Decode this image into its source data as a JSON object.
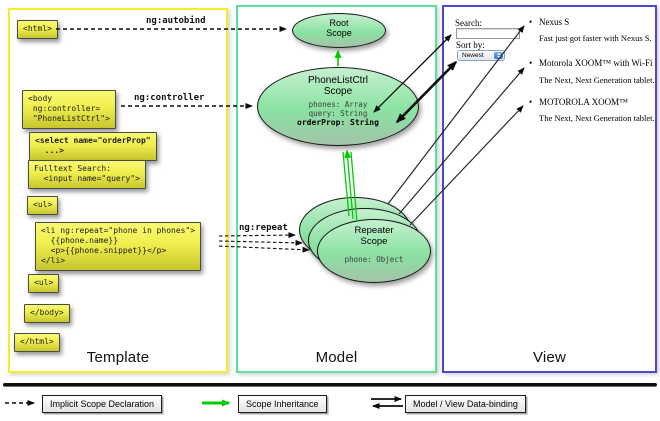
{
  "panels": {
    "template": {
      "label": "Template"
    },
    "model": {
      "label": "Model"
    },
    "view": {
      "label": "View"
    }
  },
  "arrow_labels": {
    "autobind": "ng:autobind",
    "controller": "ng:controller",
    "repeat": "ng:repeat"
  },
  "template": {
    "boxes": [
      {
        "code": "<html>"
      },
      {
        "code": "<body\n ng:controller=\n \"PhoneListCtrl\">"
      },
      {
        "code": "<select name=\"orderProp\"\n  ...>"
      },
      {
        "code": "Fulltext Search:\n  <input name=\"query\">"
      },
      {
        "code": "<ul>"
      },
      {
        "code": "<li ng:repeat=\"phone in phones\">\n  {{phone.name}}\n  <p>{{phone.snippet}}</p>\n</li>"
      },
      {
        "code": "<ul>"
      },
      {
        "code": "</body>"
      },
      {
        "code": "</html>"
      }
    ]
  },
  "model": {
    "root_scope": {
      "title": "Root\nScope"
    },
    "phonelist_scope": {
      "title": "PhoneListCtrl\nScope",
      "props": "phones: Array\nquery: String",
      "bold_prop": "orderProp: String"
    },
    "repeater_scope": {
      "title": "Repeater\nScope",
      "prop": "phone: Object"
    }
  },
  "view": {
    "search_label": "Search:",
    "search_value": "",
    "sort_label": "Sort by:",
    "sort_value": "Newest",
    "items": [
      {
        "name": "Nexus S",
        "desc": "Fast just got faster with Nexus S."
      },
      {
        "name": "Motorola XOOM™  with Wi-Fi",
        "desc": "The Next, Next Generation tablet."
      },
      {
        "name": "MOTOROLA XOOM™",
        "desc": "The Next, Next Generation tablet."
      }
    ]
  },
  "legend": {
    "implicit": "Implicit Scope Declaration",
    "inheritance": "Scope Inheritance",
    "binding": "Model / View Data-binding"
  },
  "icons": {
    "list-bullet-icon": "•",
    "select-stepper-icon": "up-down-triangles"
  },
  "colors": {
    "template_border": "#f2ee2a",
    "model_border": "#5bdfa0",
    "view_border": "#5145c9",
    "inheritance_green": "#00cc00",
    "scope_fill_top": "#c5f0d0",
    "scope_fill_bottom": "#a3c4a9",
    "codebox_yellow": "#eeee4e"
  }
}
